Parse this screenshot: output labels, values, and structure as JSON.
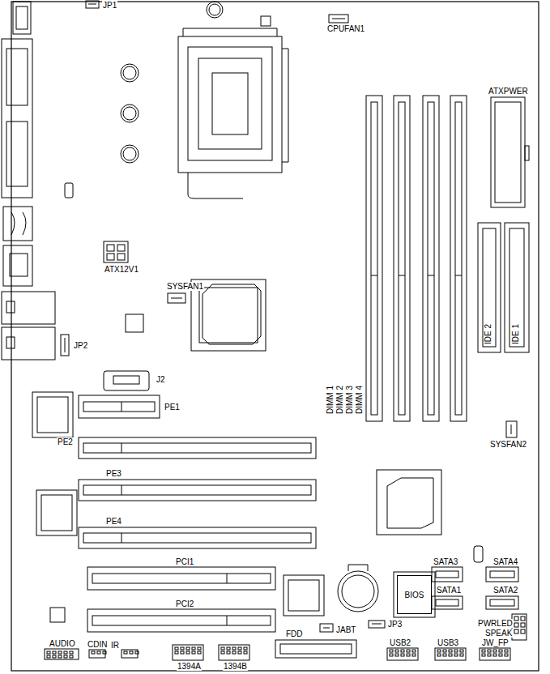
{
  "diagram": {
    "nodes": [
      {
        "text": [
          "BIOS"
        ]
      }
    ],
    "labels": [
      "JP1",
      "CPUFAN1",
      "ATXPWER",
      "ATX12V1",
      "SYSFAN1",
      "JP2",
      "J2",
      "PE1",
      "DIMM 1",
      "DIMM 2",
      "DIMM 3",
      "DIMM 4",
      "IDE 2",
      "IDE 1",
      "SYSFAN2",
      "PE2",
      "PE3",
      "PE4",
      "PCI1",
      "SATA3",
      "SATA4",
      "SATA1",
      "SATA2",
      "PCI2",
      "JP3",
      "FDD",
      "JABT",
      "PWRLED",
      "SPEAK",
      "AUDIO",
      "CDIN",
      "IR",
      "1394A",
      "1394B",
      "USB2",
      "USB3",
      "JW_FP"
    ]
  }
}
